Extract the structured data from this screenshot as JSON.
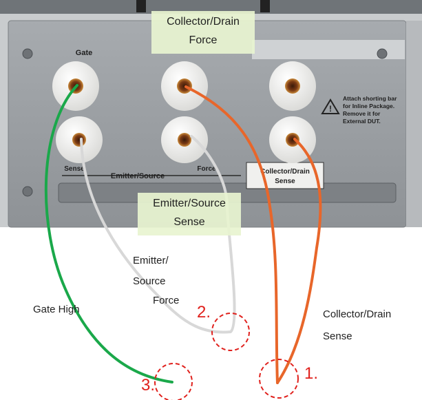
{
  "panel": {
    "gate_label": "Gate",
    "sense_label": "Sense",
    "emitter_source_label": "Emitter/Source",
    "force_label": "Force",
    "collector_drain_sense_line1": "Collector/Drain",
    "collector_drain_sense_line2": "Sense",
    "warning_line1": "Attach shorting bar",
    "warning_line2": "for Inline Package.",
    "warning_line3": "Remove it for",
    "warning_line4": "External DUT."
  },
  "callouts": {
    "collector_drain_force": [
      "Collector/Drain",
      "Force"
    ],
    "emitter_source_sense": [
      "Emitter/Source",
      "Sense"
    ]
  },
  "labels": {
    "emitter_source_force": [
      "Emitter/",
      "Source",
      "Force"
    ],
    "gate_high": "Gate High",
    "collector_drain_sense": [
      "Collector/Drain",
      "Sense"
    ]
  },
  "markers": [
    {
      "number": "1."
    },
    {
      "number": "2."
    },
    {
      "number": "3."
    }
  ],
  "colors": {
    "gate_cable": "#1aa84a",
    "emitter_cable": "#d4d4d4",
    "collector_cable": "#e8662a",
    "marker": "#e0201c",
    "panel": "#9a9ea2",
    "callout": "#e8f4d0"
  }
}
